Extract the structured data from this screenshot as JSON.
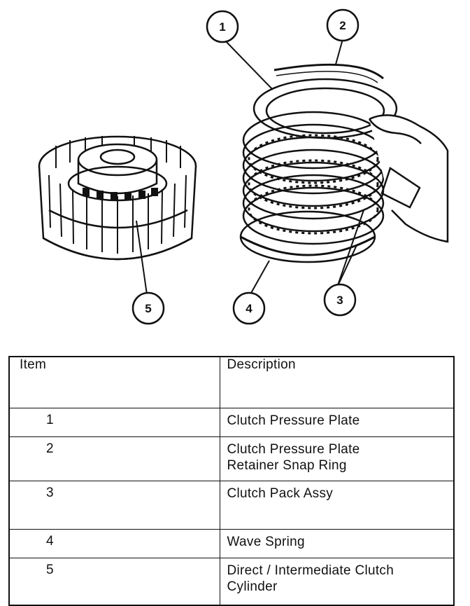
{
  "callouts": [
    "1",
    "2",
    "3",
    "4",
    "5"
  ],
  "table": {
    "header_item": "Item",
    "header_description": "Description",
    "rows": [
      {
        "item": "1",
        "lines": [
          "Clutch Pressure Plate"
        ]
      },
      {
        "item": "2",
        "lines": [
          "Clutch Pressure Plate",
          "Retainer Snap Ring"
        ]
      },
      {
        "item": "3",
        "lines": [
          "Clutch Pack Assy"
        ]
      },
      {
        "item": "4",
        "lines": [
          "Wave Spring"
        ]
      },
      {
        "item": "5",
        "lines": [
          "Direct / Intermediate Clutch",
          "Cylinder"
        ]
      }
    ]
  }
}
